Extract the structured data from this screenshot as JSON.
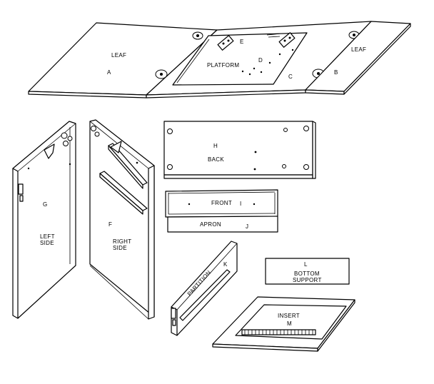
{
  "parts": {
    "leaf_a": {
      "name": "LEAF",
      "letter": "A"
    },
    "leaf_b": {
      "name": "LEAF",
      "letter": "B"
    },
    "platform": {
      "name": "PLATFORM",
      "letter_c": "C",
      "letter_d": "D",
      "letter_e": "E"
    },
    "left_side": {
      "line1": "LEFT",
      "line2": "SIDE",
      "letter": "G"
    },
    "right_side": {
      "line1": "RIGHT",
      "line2": "SIDE",
      "letter": "F"
    },
    "back": {
      "name": "BACK",
      "letter": "H"
    },
    "front": {
      "name": "FRONT",
      "letter": "I"
    },
    "apron": {
      "name": "APRON",
      "letter": "J"
    },
    "partition": {
      "name": "PARTITION",
      "letter": "K"
    },
    "bottom_support": {
      "line1": "BOTTOM",
      "line2": "SUPPORT",
      "letter": "L"
    },
    "insert": {
      "name": "INSERT",
      "letter": "M"
    }
  }
}
